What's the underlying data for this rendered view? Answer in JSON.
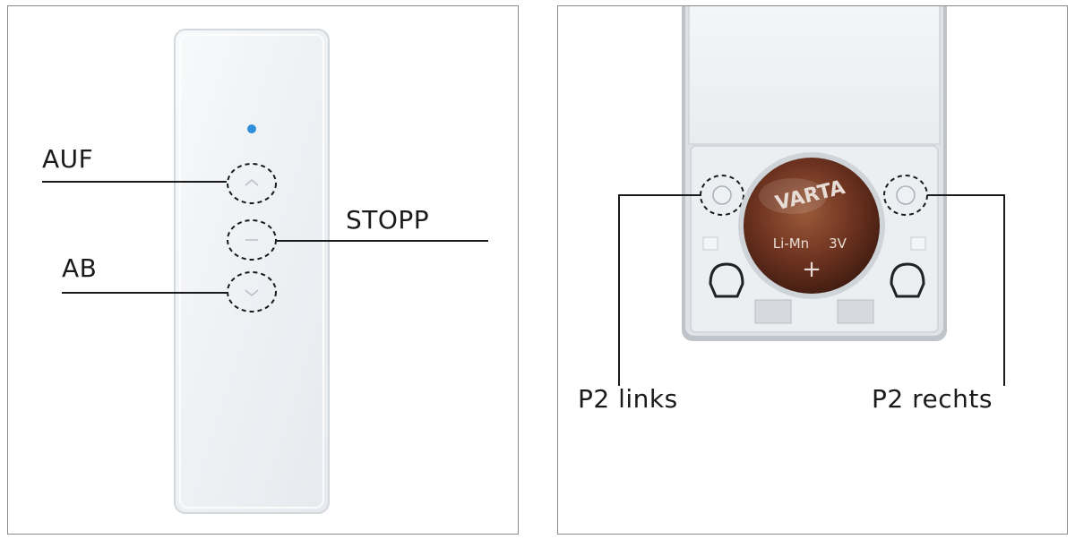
{
  "left_panel": {
    "labels": {
      "up": "AUF",
      "stop": "STOPP",
      "down": "AB"
    }
  },
  "right_panel": {
    "battery": {
      "brand": "VARTA",
      "chemistry": "Li-Mn",
      "voltage": "3V",
      "polarity": "+"
    },
    "labels": {
      "left": "P2 links",
      "right": "P2 rechts"
    }
  }
}
